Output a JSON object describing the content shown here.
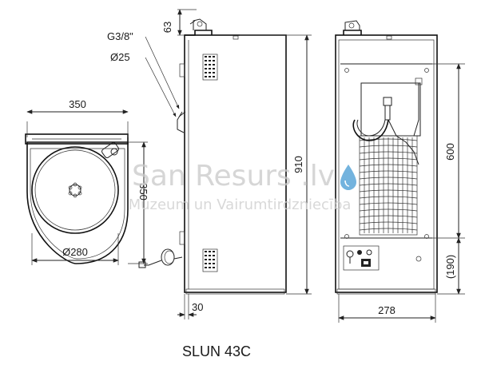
{
  "product": {
    "model": "SLUN 43C"
  },
  "watermark": {
    "brand": "San Resurs .lv",
    "tagline": "Muzeum un Vairumtirdzniecība"
  },
  "top_view": {
    "width_label": "350",
    "depth_label": "350",
    "bowl_diameter_label": "Ø280"
  },
  "side_view": {
    "thread_label": "G3/8\"",
    "pipe_diameter_label": "Ø25",
    "nozzle_height_label": "63",
    "total_height_label": "910",
    "wall_offset_label": "30"
  },
  "front_view": {
    "mid_height_label": "600",
    "lower_height_label": "(190)",
    "base_width_label": "278"
  }
}
